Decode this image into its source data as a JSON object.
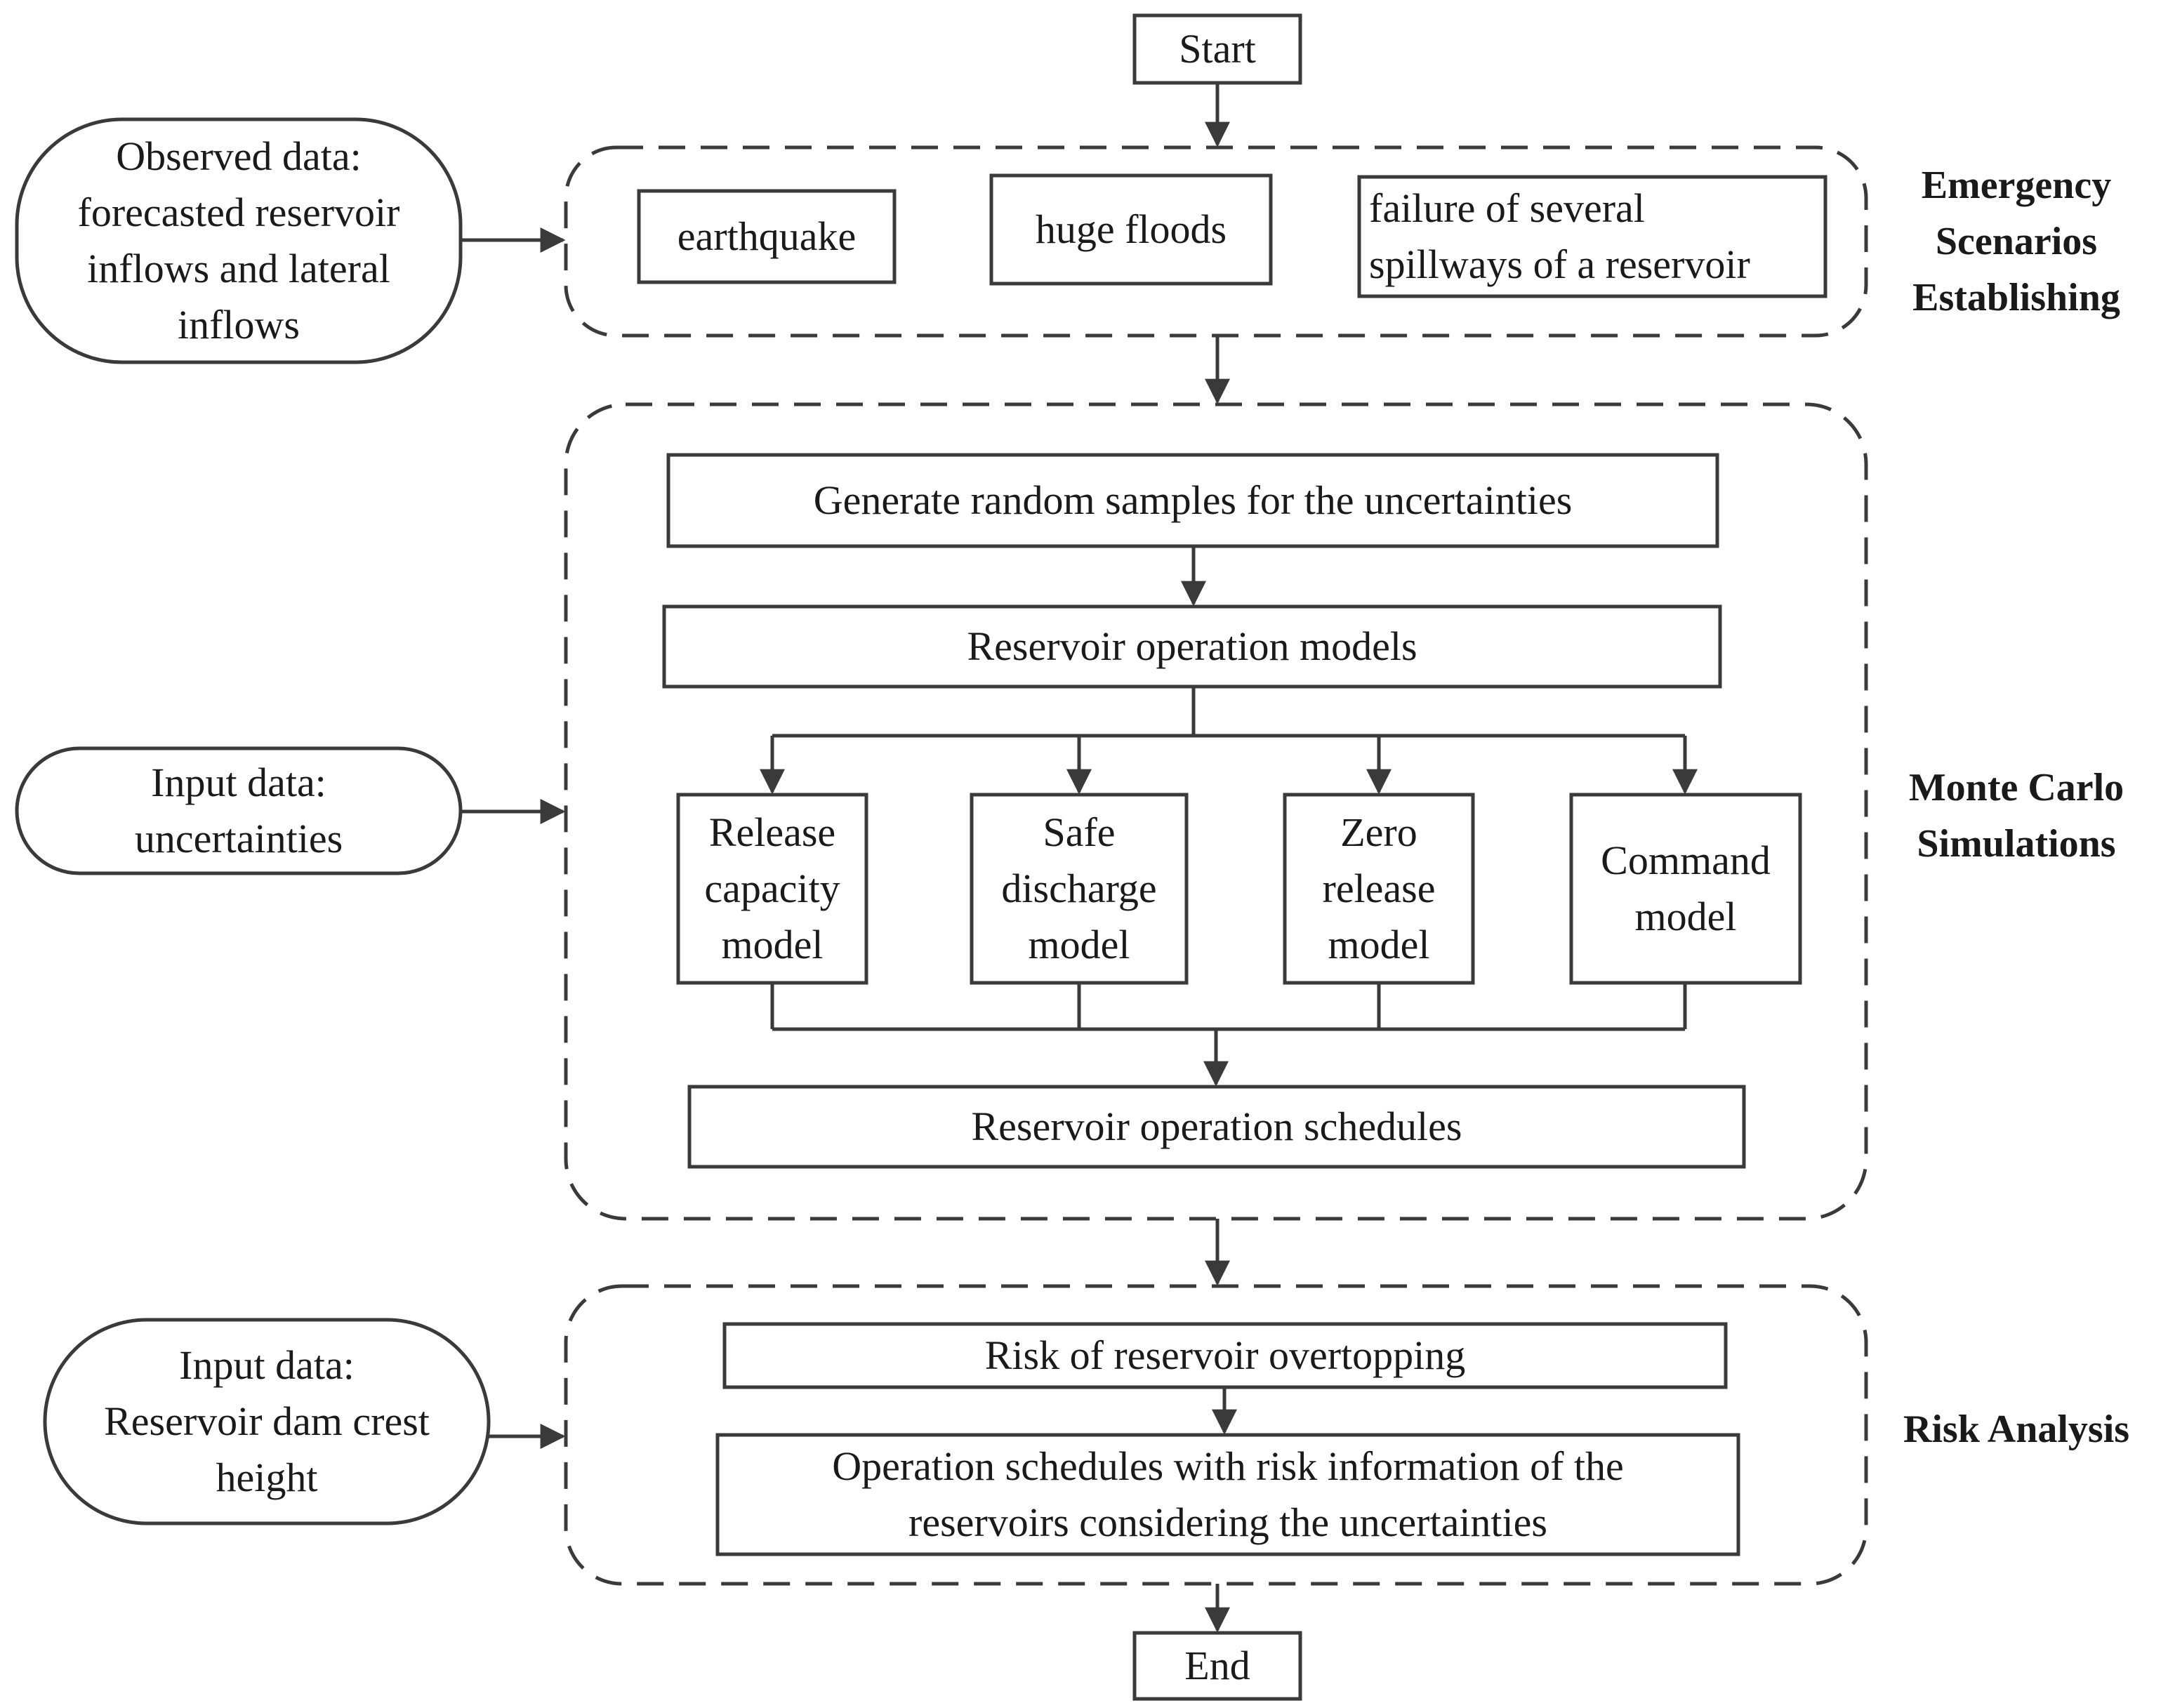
{
  "flow": {
    "start": "Start",
    "end": "End"
  },
  "stages": {
    "emergency": "Emergency\nScenarios\nEstablishing",
    "monte_carlo": "Monte Carlo\nSimulations",
    "risk": "Risk Analysis"
  },
  "inputs": {
    "observed": "Observed data:\nforecasted reservoir\ninflows and lateral\ninflows",
    "uncertainties": "Input data:\nuncertainties",
    "dam_crest": "Input data:\nReservoir dam crest\nheight"
  },
  "scenarios": {
    "earthquake": "earthquake",
    "floods": "huge floods",
    "spillways": "failure of several\nspillways of a reservoir"
  },
  "simulation": {
    "samples": "Generate random samples for the uncertainties",
    "models": "Reservoir  operation models",
    "release_capacity": "Release\ncapacity\nmodel",
    "safe_discharge": "Safe\ndischarge\nmodel",
    "zero_release": "Zero\nrelease\nmodel",
    "command": "Command\nmodel",
    "schedules": "Reservoir  operation schedules"
  },
  "risk_analysis": {
    "overtopping": "Risk of reservoir overtopping",
    "schedules_risk": "Operation schedules with risk information of the\nreservoirs considering the uncertainties"
  },
  "colors": {
    "stroke": "#3a3a3a",
    "text": "#1a1a1a",
    "background": "#ffffff"
  }
}
